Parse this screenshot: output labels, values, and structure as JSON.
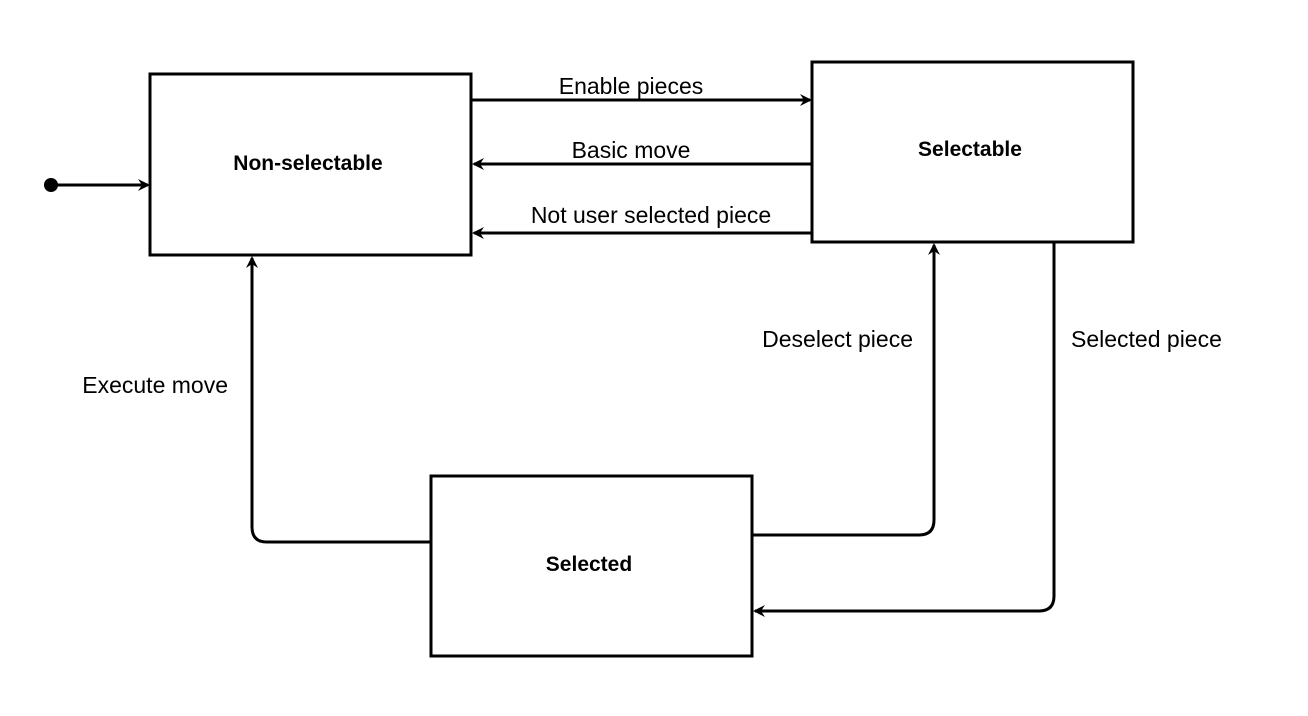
{
  "diagram": {
    "type": "state-machine",
    "states": {
      "non_selectable": "Non-selectable",
      "selectable": "Selectable",
      "selected": "Selected"
    },
    "transitions": {
      "enable_pieces": "Enable pieces",
      "basic_move": "Basic move",
      "not_user_selected": "Not user selected piece",
      "deselect_piece": "Deselect piece",
      "selected_piece": "Selected piece",
      "execute_move": "Execute move"
    },
    "initial_state": "non_selectable",
    "edges": [
      {
        "from": "initial",
        "to": "non_selectable",
        "label": ""
      },
      {
        "from": "non_selectable",
        "to": "selectable",
        "label": "enable_pieces"
      },
      {
        "from": "selectable",
        "to": "non_selectable",
        "label": "basic_move"
      },
      {
        "from": "selectable",
        "to": "non_selectable",
        "label": "not_user_selected"
      },
      {
        "from": "selectable",
        "to": "selected",
        "label": "selected_piece"
      },
      {
        "from": "selected",
        "to": "selectable",
        "label": "deselect_piece"
      },
      {
        "from": "selected",
        "to": "non_selectable",
        "label": "execute_move"
      }
    ]
  }
}
